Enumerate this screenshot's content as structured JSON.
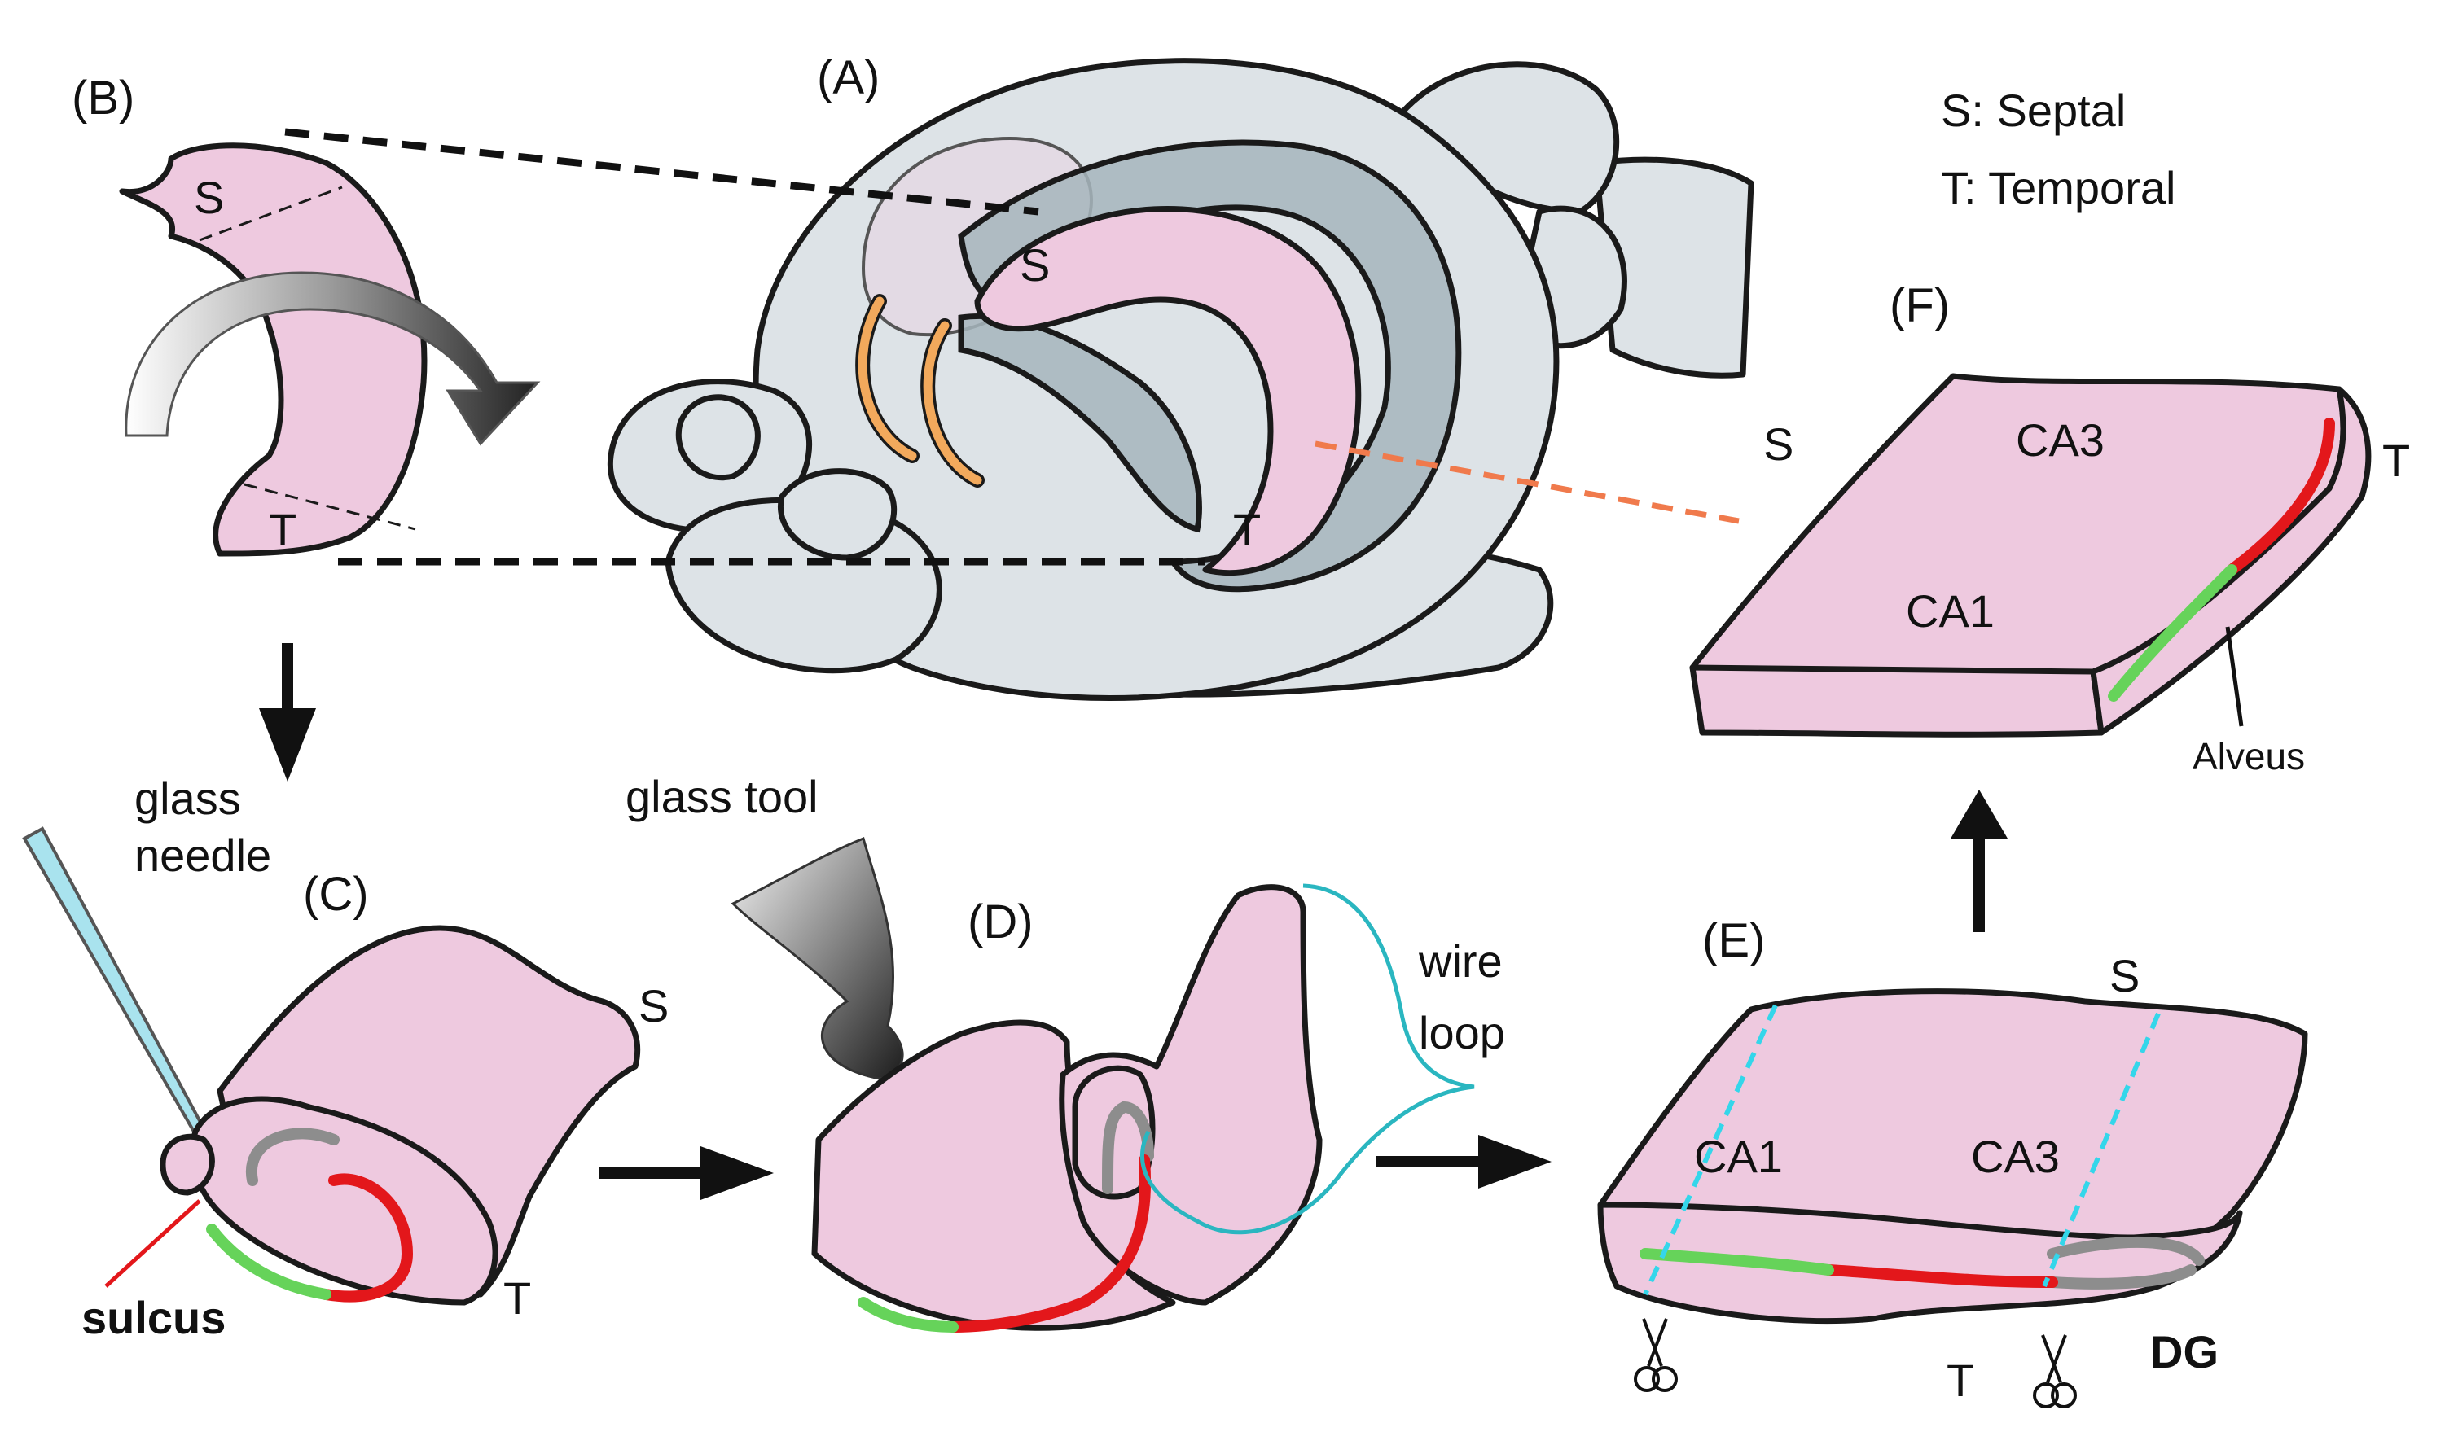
{
  "legend": {
    "septal": "S: Septal",
    "temporal": "T: Temporal"
  },
  "panels": {
    "A": "(A)",
    "B": "(B)",
    "C": "(C)",
    "D": "(D)",
    "E": "(E)",
    "F": "(F)"
  },
  "panel_b": {
    "s": "S",
    "t": "T"
  },
  "panel_a": {
    "s": "S",
    "t": "T"
  },
  "panel_c": {
    "tool_line1": "glass",
    "tool_line2": "needle",
    "s": "S",
    "t": "T",
    "sulcus": "sulcus"
  },
  "panel_d": {
    "tool": "glass tool",
    "loop_line1": "wire",
    "loop_line2": "loop"
  },
  "panel_e": {
    "ca1": "CA1",
    "ca3": "CA3",
    "s": "S",
    "t": "T",
    "dg": "DG"
  },
  "panel_f": {
    "s": "S",
    "t": "T",
    "ca1": "CA1",
    "ca3": "CA3",
    "alveus": "Alveus"
  },
  "colors": {
    "tissue": "#eec9df",
    "brain": "#dde3e7",
    "ventricle": "#a6b5bc",
    "ca1_layer": "#66d35a",
    "ca3_layer": "#e3171b",
    "dentate": "#8d8d8d",
    "cut_line": "#34d6ea",
    "orange_tract": "#f2a95c",
    "wire": "#2ab6c0",
    "glass_needle": "#a9e3ee"
  },
  "icons": [
    "scissors-icon",
    "scissors-icon"
  ]
}
